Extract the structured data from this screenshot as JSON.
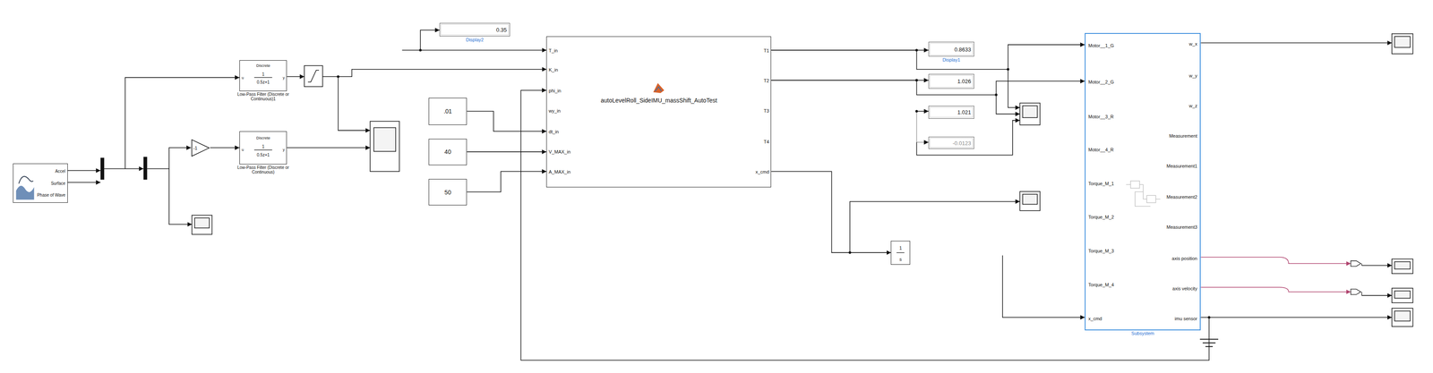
{
  "diagram": {
    "nodes": [
      {
        "text": [
          "Accel",
          "Surface",
          "Phase of Wave"
        ]
      },
      {
        "text": [
          "Discrete",
          "u",
          "1",
          "0.5z+1",
          "y",
          "Low-Pass Filter (Discrete or Continuous)1"
        ]
      },
      {
        "text": [
          "Discrete",
          "u",
          "1",
          "0.5z+1",
          "y",
          "Low-Pass Filter (Discrete or Continuous)"
        ]
      },
      {
        "text": [
          "-1"
        ]
      },
      {
        "text": [
          "0.35",
          "Display2"
        ]
      },
      {
        "text": [
          ".01"
        ]
      },
      {
        "text": [
          "40"
        ]
      },
      {
        "text": [
          "50"
        ]
      },
      {
        "text": [
          "autoLevelRoll_SideIMU_massShift_AutoTest",
          "T_in",
          "K_in",
          "phi_in",
          "wy_in",
          "dt_in",
          "V_MAX_in",
          "A_MAX_in",
          "T1",
          "T2",
          "T3",
          "T4",
          "x_cmd"
        ]
      },
      {
        "text": [
          "0.8633",
          "Display1"
        ]
      },
      {
        "text": [
          "1.026"
        ]
      },
      {
        "text": [
          "1.021"
        ]
      },
      {
        "text": [
          "-0.0123"
        ]
      },
      {
        "text": [
          "1",
          "s"
        ]
      },
      {
        "text": [
          "Motor__1_G",
          "Motor__2_G",
          "Motor__3_R",
          "Motor__4_R",
          "Torque_M_1",
          "Torque_M_2",
          "Torque_M_3",
          "Torque_M_4",
          "x_cmd",
          "w_x",
          "w_y",
          "w_z",
          "Measurement",
          "Measurement1",
          "Measurement2",
          "Measurement3",
          "axis position",
          "axis velocity",
          "imu sensor",
          "Subsystem"
        ]
      }
    ],
    "edges": [
      {
        "from": 3,
        "to": 2,
        "arrow": "to"
      },
      {
        "from": 5,
        "to": 8,
        "arrow": "to"
      },
      {
        "from": 6,
        "to": 8,
        "arrow": "to"
      },
      {
        "from": 7,
        "to": 8,
        "arrow": "to"
      },
      {
        "from": 8,
        "to": 9,
        "arrow": "to"
      },
      {
        "from": 8,
        "to": 14,
        "arrow": "to"
      },
      {
        "from": 8,
        "to": 10,
        "arrow": "to"
      },
      {
        "from": 8,
        "to": 14,
        "arrow": "to"
      },
      {
        "from": 8,
        "to": 13,
        "arrow": "to"
      },
      {
        "from": 14,
        "to": 8,
        "arrow": "to"
      }
    ]
  }
}
